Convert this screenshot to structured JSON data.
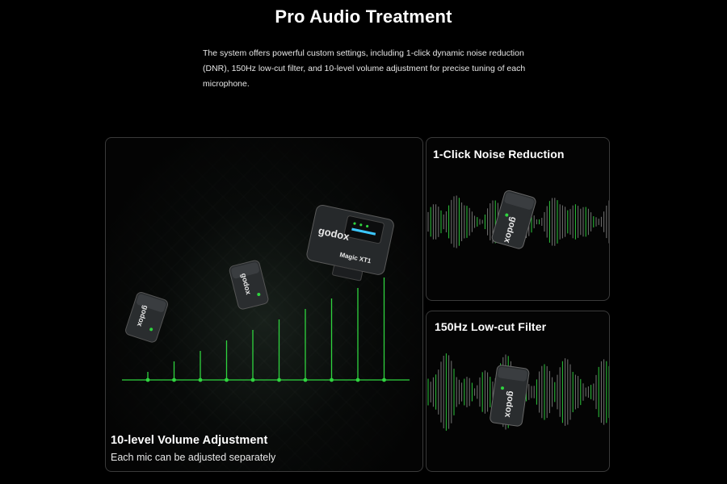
{
  "header": {
    "title": "Pro Audio Treatment",
    "description": "The system offers powerful custom settings, including 1-click dynamic noise reduction (DNR), 150Hz low-cut filter, and 10-level volume adjustment for precise tuning of each microphone."
  },
  "cards": {
    "volume": {
      "title": "10-level Volume Adjustment",
      "subtitle": "Each mic can be adjusted separately",
      "levels": 10
    },
    "noise": {
      "title": "1-Click Noise Reduction"
    },
    "lowcut": {
      "title": "150Hz Low-cut Filter"
    }
  },
  "product": {
    "brand": "Godox",
    "receiver_label": "Magic XT1"
  },
  "colors": {
    "accent_green": "#2fd43f",
    "background": "#000000",
    "card_border": "#3a3a3a"
  }
}
